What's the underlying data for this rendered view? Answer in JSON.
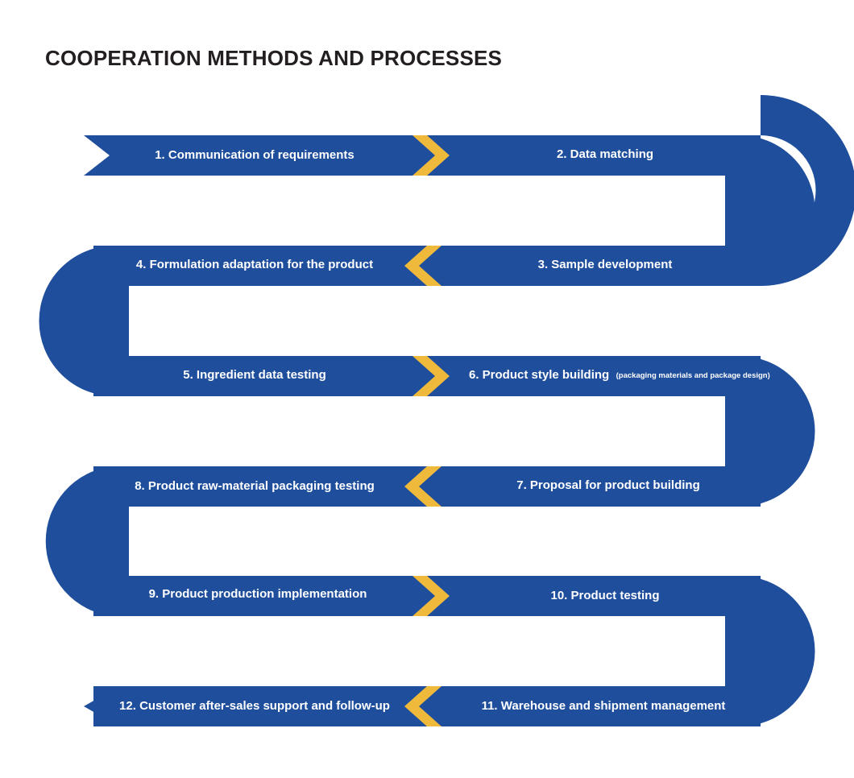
{
  "page": {
    "title": "COOPERATION METHODS AND PROCESSES",
    "background_color": "#ffffff",
    "title_color": "#231f20"
  },
  "theme": {
    "ribbon_color": "#1f4e9c",
    "chevron_color": "#efb93b",
    "label_color": "#ffffff"
  },
  "chart_data": {
    "type": "diagram",
    "subtype": "serpentine-process-flow",
    "title": "COOPERATION METHODS AND PROCESSES",
    "step_count": 12,
    "row_count": 6,
    "steps": [
      {
        "number": "1.",
        "label": "1. Communication of requirements",
        "sublabel": "",
        "row": 1,
        "side": "left",
        "direction": "right"
      },
      {
        "number": "2.",
        "label": "2. Data matching",
        "sublabel": "",
        "row": 1,
        "side": "right",
        "direction": "right"
      },
      {
        "number": "3.",
        "label": "3. Sample development",
        "sublabel": "",
        "row": 2,
        "side": "right",
        "direction": "left"
      },
      {
        "number": "4.",
        "label": "4. Formulation adaptation for the product",
        "sublabel": "",
        "row": 2,
        "side": "left",
        "direction": "left"
      },
      {
        "number": "5.",
        "label": "5. Ingredient data testing",
        "sublabel": "",
        "row": 3,
        "side": "left",
        "direction": "right"
      },
      {
        "number": "6.",
        "label": "6. Product style building",
        "sublabel": "(packaging materials and package design)",
        "row": 3,
        "side": "right",
        "direction": "right"
      },
      {
        "number": "7.",
        "label": "7. Proposal for product  building",
        "sublabel": "",
        "row": 4,
        "side": "right",
        "direction": "left"
      },
      {
        "number": "8.",
        "label": "8. Product raw-material packaging testing",
        "sublabel": "",
        "row": 4,
        "side": "left",
        "direction": "left"
      },
      {
        "number": "9.",
        "label": "9. Product production implementation",
        "sublabel": "",
        "row": 5,
        "side": "left",
        "direction": "right"
      },
      {
        "number": "10.",
        "label": "10. Product testing",
        "sublabel": "",
        "row": 5,
        "side": "right",
        "direction": "right"
      },
      {
        "number": "11.",
        "label": "11. Warehouse and shipment management",
        "sublabel": "",
        "row": 6,
        "side": "right",
        "direction": "left"
      },
      {
        "number": "12.",
        "label": "12. Customer after-sales support and follow-up",
        "sublabel": "",
        "row": 6,
        "side": "left",
        "direction": "left"
      }
    ],
    "rows": [
      {
        "index": 1,
        "direction": "right",
        "turn_after": "right-hairpin"
      },
      {
        "index": 2,
        "direction": "left",
        "turn_after": "left-hairpin"
      },
      {
        "index": 3,
        "direction": "right",
        "turn_after": "right-hairpin"
      },
      {
        "index": 4,
        "direction": "left",
        "turn_after": "left-hairpin"
      },
      {
        "index": 5,
        "direction": "right",
        "turn_after": "right-hairpin"
      },
      {
        "index": 6,
        "direction": "left",
        "turn_after": "end-arrow"
      }
    ],
    "start_marker": "notched-ribbon-tail",
    "end_marker": "left-arrowhead"
  }
}
